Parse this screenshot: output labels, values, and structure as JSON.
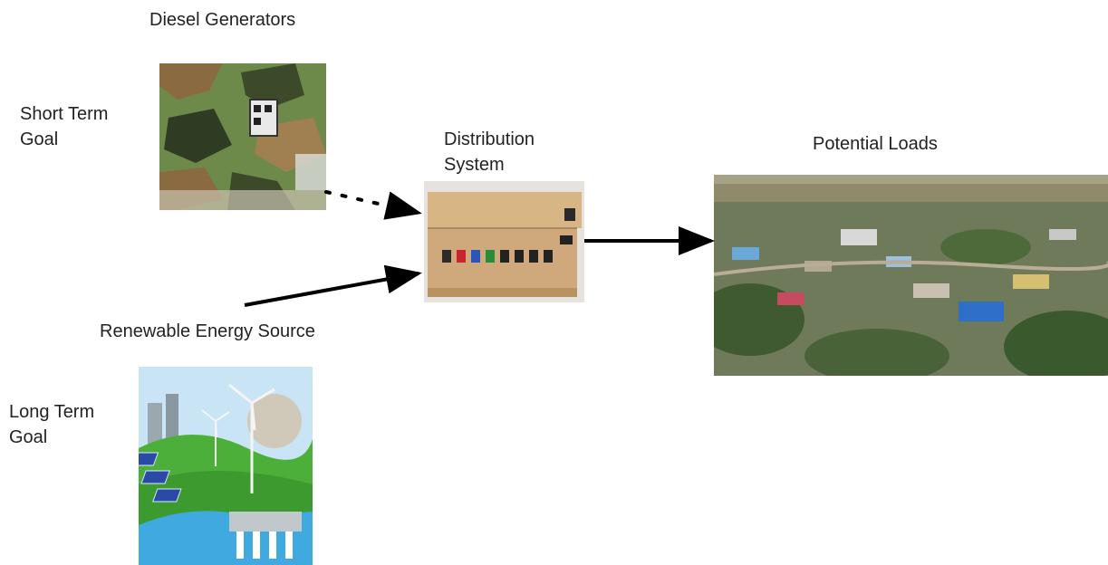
{
  "labels": {
    "diesel_generators": "Diesel Generators",
    "short_term_goal": "Short Term\nGoal",
    "distribution_system": "Distribution\nSystem",
    "potential_loads": "Potential Loads",
    "renewable_energy_source": "Renewable Energy Source",
    "long_term_goal": "Long Term\nGoal"
  },
  "images": {
    "diesel_generator": "camouflage-generator-photo",
    "distribution_box": "distribution-box-photo",
    "village": "aerial-village-photo",
    "renewables": "renewable-energy-illustration"
  },
  "connectors": [
    {
      "from": "diesel-generator",
      "to": "distribution-system",
      "style": "dotted"
    },
    {
      "from": "renewable-energy-source",
      "to": "distribution-system",
      "style": "solid"
    },
    {
      "from": "distribution-system",
      "to": "potential-loads",
      "style": "solid"
    }
  ],
  "colors": {
    "text": "#222222",
    "arrow": "#000000",
    "camo_green": "#5e7a3c",
    "camo_brown": "#8a6a40",
    "box_tan": "#cfa97c",
    "sky": "#c9e4f5",
    "grass": "#4caf3a",
    "water": "#3fa9e0"
  }
}
